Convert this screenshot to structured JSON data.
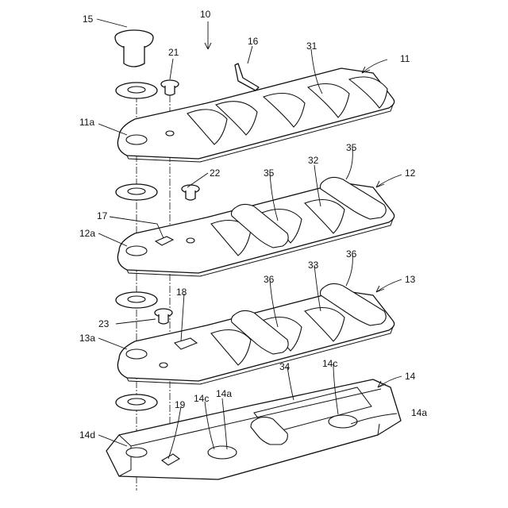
{
  "labels": {
    "l10": "10",
    "l11": "11",
    "l12": "12",
    "l13": "13",
    "l14": "14",
    "l15": "15",
    "l16": "16",
    "l17": "17",
    "l18": "18",
    "l19": "19",
    "l21": "21",
    "l22": "22",
    "l23": "23",
    "l31": "31",
    "l32": "32",
    "l33": "33",
    "l34": "34",
    "l35a": "35",
    "l35b": "35",
    "l36a": "36",
    "l36b": "36",
    "l11a": "11a",
    "l12a": "12a",
    "l13a": "13a",
    "l14a1": "14a",
    "l14a2": "14a",
    "l14c1": "14c",
    "l14c2": "14c",
    "l14d": "14d"
  }
}
